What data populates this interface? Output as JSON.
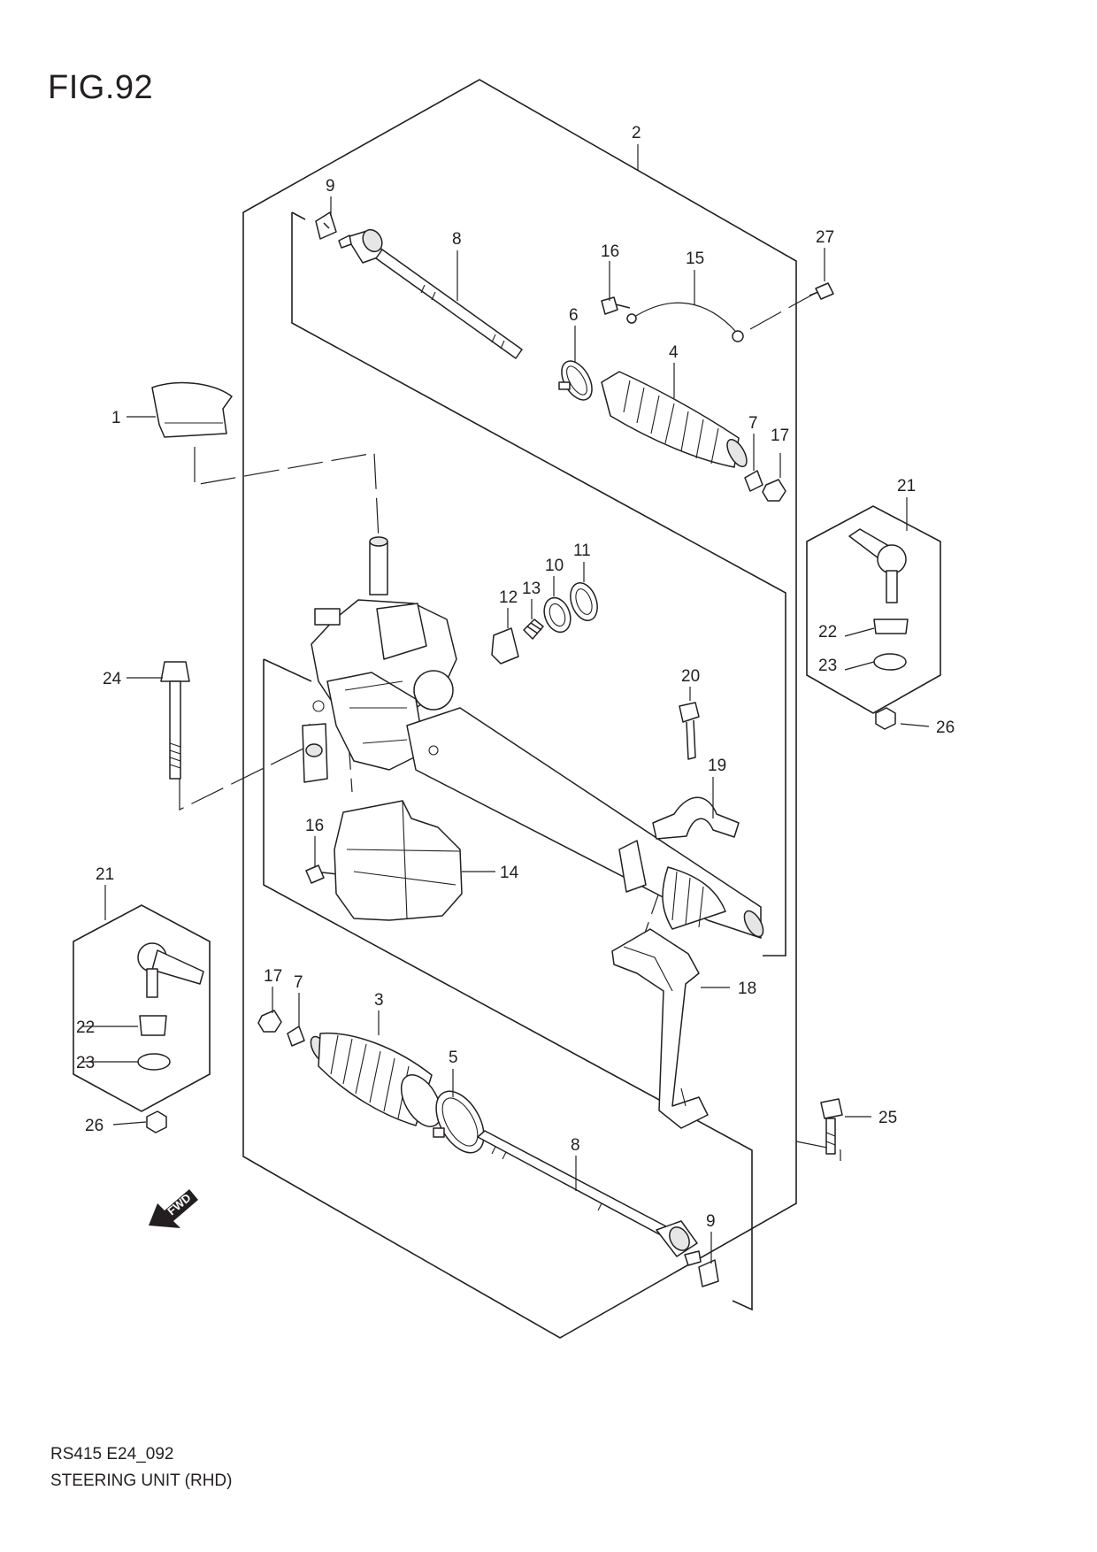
{
  "figure": {
    "title": "FIG.92"
  },
  "footer": {
    "code": "RS415 E24_092",
    "caption": "STEERING UNIT (RHD)"
  },
  "fwd_arrow": {
    "label": "FWD"
  },
  "callouts": {
    "c2": "2",
    "c9_top": "9",
    "c8_top": "8",
    "c16_top": "16",
    "c15": "15",
    "c27": "27",
    "c6": "6",
    "c4": "4",
    "c7_top": "7",
    "c17_top": "17",
    "c1": "1",
    "c21_right": "21",
    "c22_right": "22",
    "c23_right": "23",
    "c26_right": "26",
    "c11": "11",
    "c10": "10",
    "c13": "13",
    "c12": "12",
    "c24": "24",
    "c20": "20",
    "c19": "19",
    "c16_mid": "16",
    "c14": "14",
    "c21_left": "21",
    "c22_left": "22",
    "c23_left": "23",
    "c26_left": "26",
    "c18": "18",
    "c17_bottom": "17",
    "c7_bottom": "7",
    "c3": "3",
    "c5": "5",
    "c25": "25",
    "c8_bottom": "8",
    "c9_bottom": "9"
  }
}
